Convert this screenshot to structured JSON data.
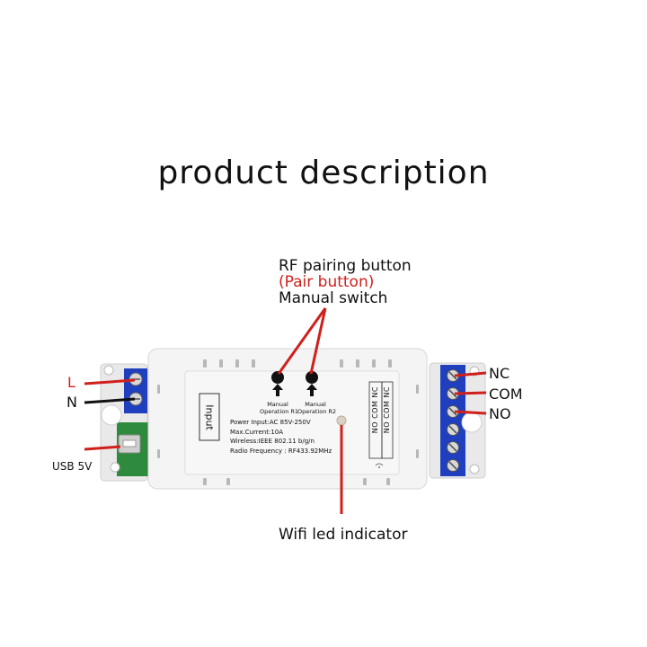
{
  "title": "product description",
  "callouts": {
    "rf_pairing": "RF pairing button",
    "pair_button": "(Pair button)",
    "manual_switch": "Manual switch",
    "wifi_led": "Wifi led indicator"
  },
  "input_terminals": {
    "l": "L",
    "n": "N",
    "usb": "USB 5V"
  },
  "output_terminals": {
    "nc": "NC",
    "com": "COM",
    "no": "NO"
  },
  "device": {
    "input_label": "Input",
    "button1_label": [
      "Manual",
      "Operation R1"
    ],
    "button2_label": [
      "Manual",
      "Operation R2"
    ],
    "specs": [
      "Power Input:AC 85V-250V",
      "Max.Current:10A",
      "Wireless:IEEE  802.11 b/g/n",
      "Radio Frequency : RF433.92MHz"
    ],
    "relay_labels": [
      "NO  COM  NC",
      "NO  COM  NC"
    ]
  },
  "colors": {
    "wire_red": "#d0201c",
    "wire_black": "#111111",
    "terminal_blue": "#1f3fbf",
    "pcb_green": "#2e8b3e",
    "case_white": "#f4f4f4"
  }
}
